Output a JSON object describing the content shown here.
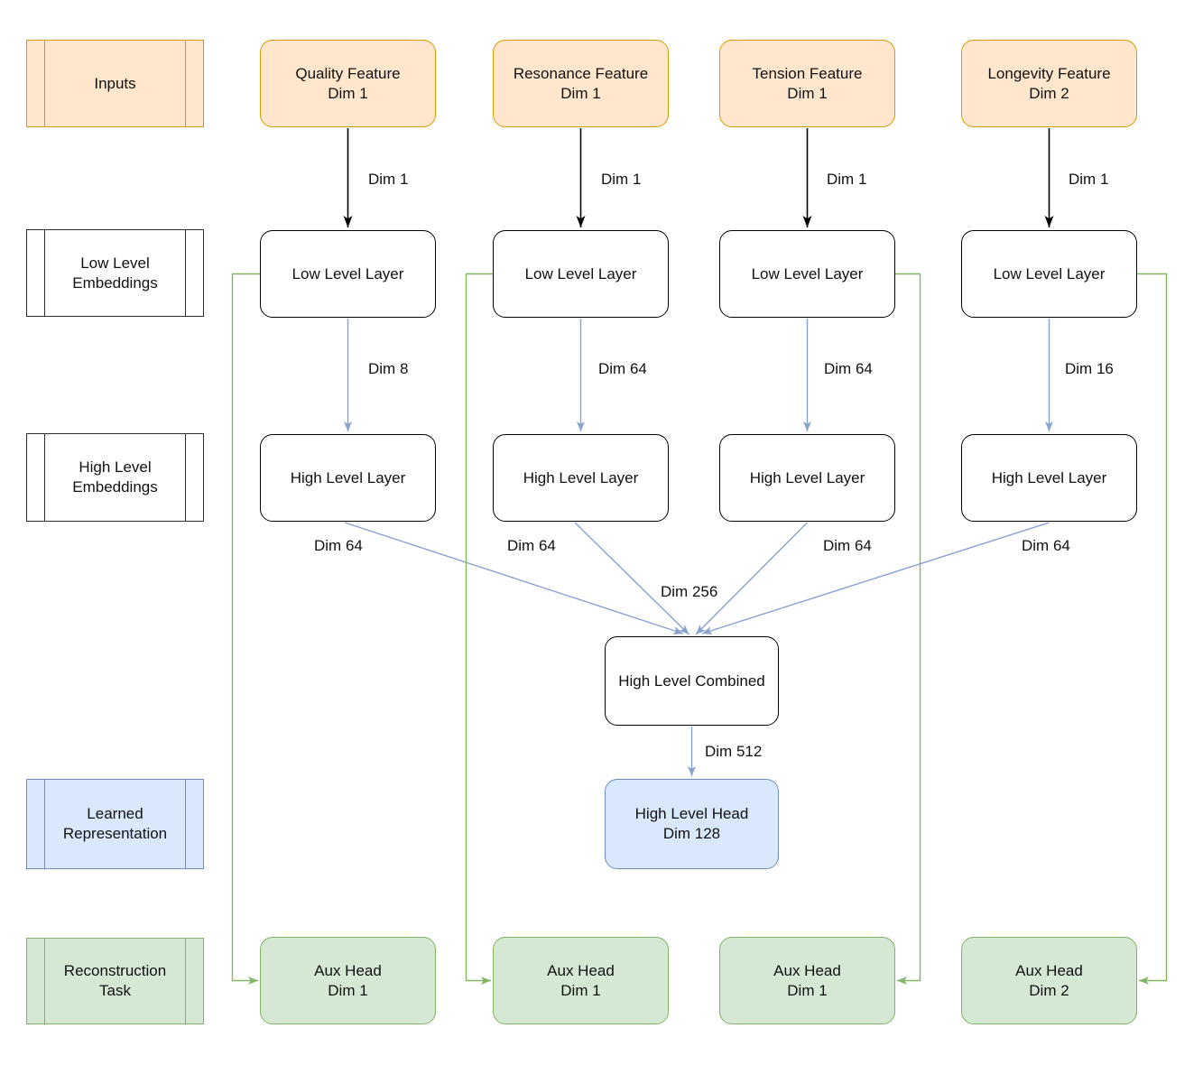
{
  "colors": {
    "input_fill": "#FFE6CC",
    "input_stroke": "#D79B00",
    "blue_fill": "#DAE8FC",
    "blue_stroke": "#6C8EBF",
    "green_fill": "#D5E8D4",
    "green_stroke": "#82B366",
    "edge_blue": "#89A1CD",
    "edge_green": "#82B366",
    "edge_black": "#000000"
  },
  "legend": {
    "inputs": "Inputs",
    "low_level_embeddings": "Low Level\nEmbeddings",
    "high_level_embeddings": "High Level\nEmbeddings",
    "learned_representation": "Learned\nRepresentation",
    "reconstruction_task": "Reconstruction\nTask"
  },
  "columns": [
    {
      "input": "Quality Feature\nDim 1",
      "input_dim": "Dim 1",
      "low_layer": "Low Level Layer",
      "low_to_high_dim": "Dim 8",
      "high_layer": "High Level Layer",
      "high_out_dim": "Dim 64",
      "aux_head": "Aux Head\nDim 1"
    },
    {
      "input": "Resonance Feature\nDim 1",
      "input_dim": "Dim 1",
      "low_layer": "Low Level Layer",
      "low_to_high_dim": "Dim 64",
      "high_layer": "High Level Layer",
      "high_out_dim": "Dim 64",
      "aux_head": "Aux Head\nDim 1"
    },
    {
      "input": "Tension Feature\nDim 1",
      "input_dim": "Dim 1",
      "low_layer": "Low Level Layer",
      "low_to_high_dim": "Dim 64",
      "high_layer": "High Level Layer",
      "high_out_dim": "Dim 64",
      "aux_head": "Aux Head\nDim 1"
    },
    {
      "input": "Longevity Feature\nDim 2",
      "input_dim": "Dim 1",
      "low_layer": "Low Level Layer",
      "low_to_high_dim": "Dim 16",
      "high_layer": "High Level Layer",
      "high_out_dim": "Dim 64",
      "aux_head": "Aux Head\nDim 2"
    }
  ],
  "combined": {
    "label": "High Level Combined",
    "in_dim": "Dim 256",
    "out_dim": "Dim 512"
  },
  "high_level_head": "High Level Head\nDim 128"
}
